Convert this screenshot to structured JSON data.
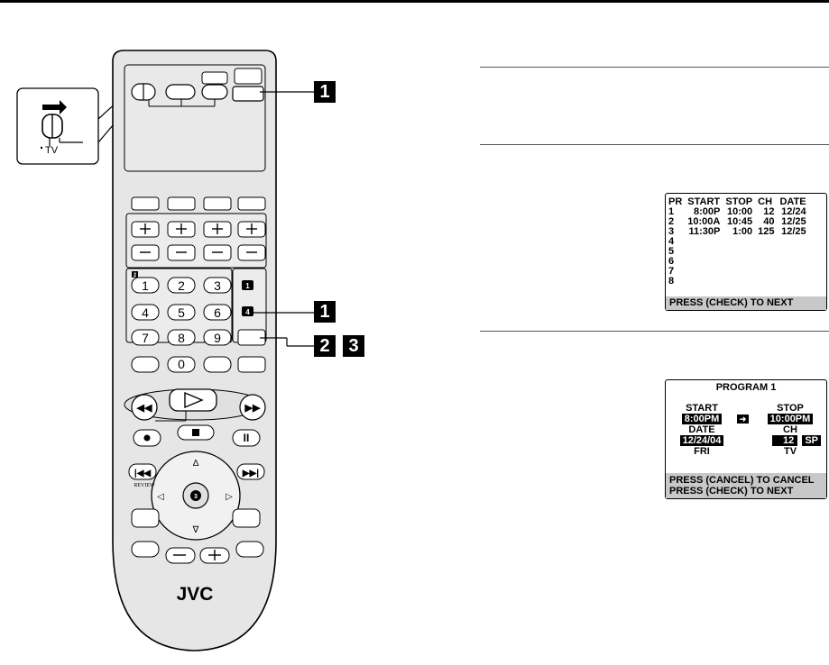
{
  "remote": {
    "brand": "JVC",
    "switch_label": "TV",
    "keypad": [
      "1",
      "2",
      "3",
      "4",
      "5",
      "6",
      "7",
      "8",
      "9",
      "0"
    ],
    "step_badges": [
      "2",
      "1",
      "4",
      "3"
    ],
    "rew_label": "REW",
    "ff_label": "FF",
    "review_label": "REVIEW"
  },
  "step_tags": {
    "tag1_top": "1",
    "tag1_mid": "1",
    "tag2": "2",
    "tag3": "3"
  },
  "program_list": {
    "headers": [
      "PR",
      "START",
      "STOP",
      "CH",
      "DATE"
    ],
    "rows": [
      [
        "1",
        "8:00P",
        "10:00",
        "12",
        "12/24"
      ],
      [
        "2",
        "10:00A",
        "10:45",
        "40",
        "12/25"
      ],
      [
        "3",
        "11:30P",
        "1:00",
        "125",
        "12/25"
      ],
      [
        "4",
        "",
        "",
        "",
        ""
      ],
      [
        "5",
        "",
        "",
        "",
        ""
      ],
      [
        "6",
        "",
        "",
        "",
        ""
      ],
      [
        "7",
        "",
        "",
        "",
        ""
      ],
      [
        "8",
        "",
        "",
        "",
        ""
      ]
    ],
    "footer": "PRESS (CHECK) TO NEXT"
  },
  "program_detail": {
    "title": "PROGRAM 1",
    "start_label": "START",
    "start_value": "8:00PM",
    "stop_label": "STOP",
    "stop_value": "10:00PM",
    "date_label": "DATE",
    "date_value": "12/24/04",
    "day_value": "FRI",
    "ch_label": "CH",
    "ch_value": "12",
    "speed_value": "SP",
    "source_value": "TV",
    "footer1": "PRESS (CANCEL) TO CANCEL",
    "footer2": "PRESS (CHECK) TO NEXT"
  }
}
